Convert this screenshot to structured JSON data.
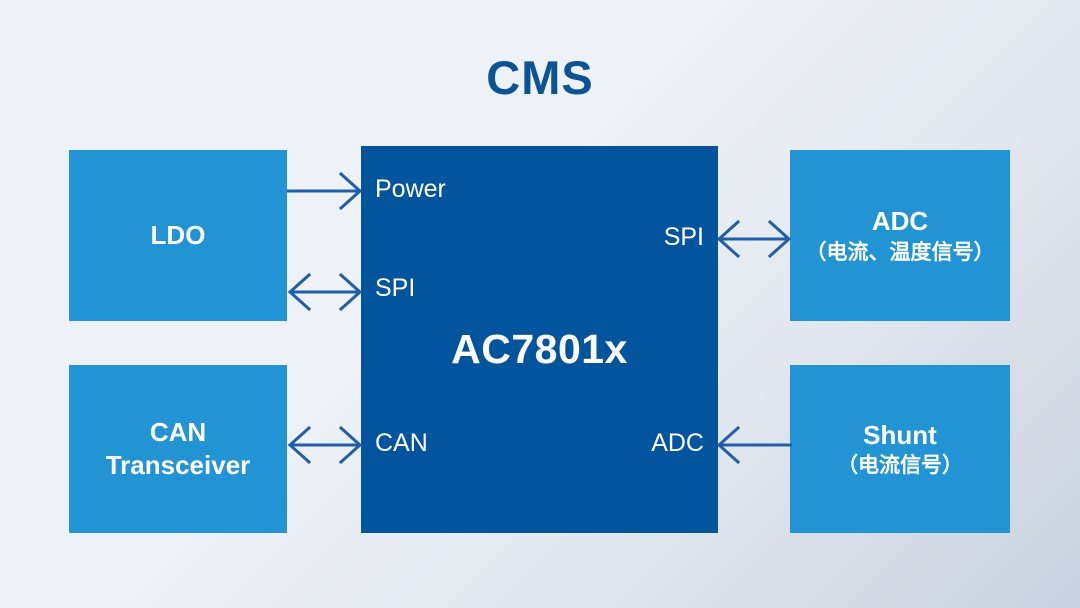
{
  "page": {
    "title": "CMS",
    "background_start": "#eef1f6",
    "background_end": "#c9d2de",
    "title_color": "#0b5394"
  },
  "colors": {
    "peripheral_box": "#2294d4",
    "core_box": "#02549d",
    "arrow": "#1f5fa9",
    "label_text": "#ffffff"
  },
  "core": {
    "name": "AC7801x",
    "pins_left": [
      {
        "label": "Power"
      },
      {
        "label": "SPI"
      },
      {
        "label": "CAN"
      }
    ],
    "pins_right": [
      {
        "label": "SPI"
      },
      {
        "label": "ADC"
      }
    ]
  },
  "peripherals": {
    "left": [
      {
        "id": "ldo",
        "title": "LDO",
        "subtitle": ""
      },
      {
        "id": "can-transceiver",
        "title_line1": "CAN",
        "title_line2": "Transceiver",
        "subtitle": ""
      }
    ],
    "right": [
      {
        "id": "adc",
        "title": "ADC",
        "subtitle": "（电流、温度信号）"
      },
      {
        "id": "shunt",
        "title": "Shunt",
        "subtitle": "（电流信号）"
      }
    ]
  },
  "connectors": [
    {
      "id": "ldo-to-power",
      "from": "LDO",
      "to": "Power",
      "direction": "right"
    },
    {
      "id": "ldo-to-spi",
      "from": "LDO",
      "to": "SPI",
      "direction": "both"
    },
    {
      "id": "can-to-can",
      "from": "CAN Transceiver",
      "to": "CAN",
      "direction": "both"
    },
    {
      "id": "spi-to-adc",
      "from": "SPI",
      "to": "ADC",
      "direction": "both"
    },
    {
      "id": "shunt-to-adc",
      "from": "Shunt",
      "to": "ADC",
      "direction": "left"
    }
  ]
}
